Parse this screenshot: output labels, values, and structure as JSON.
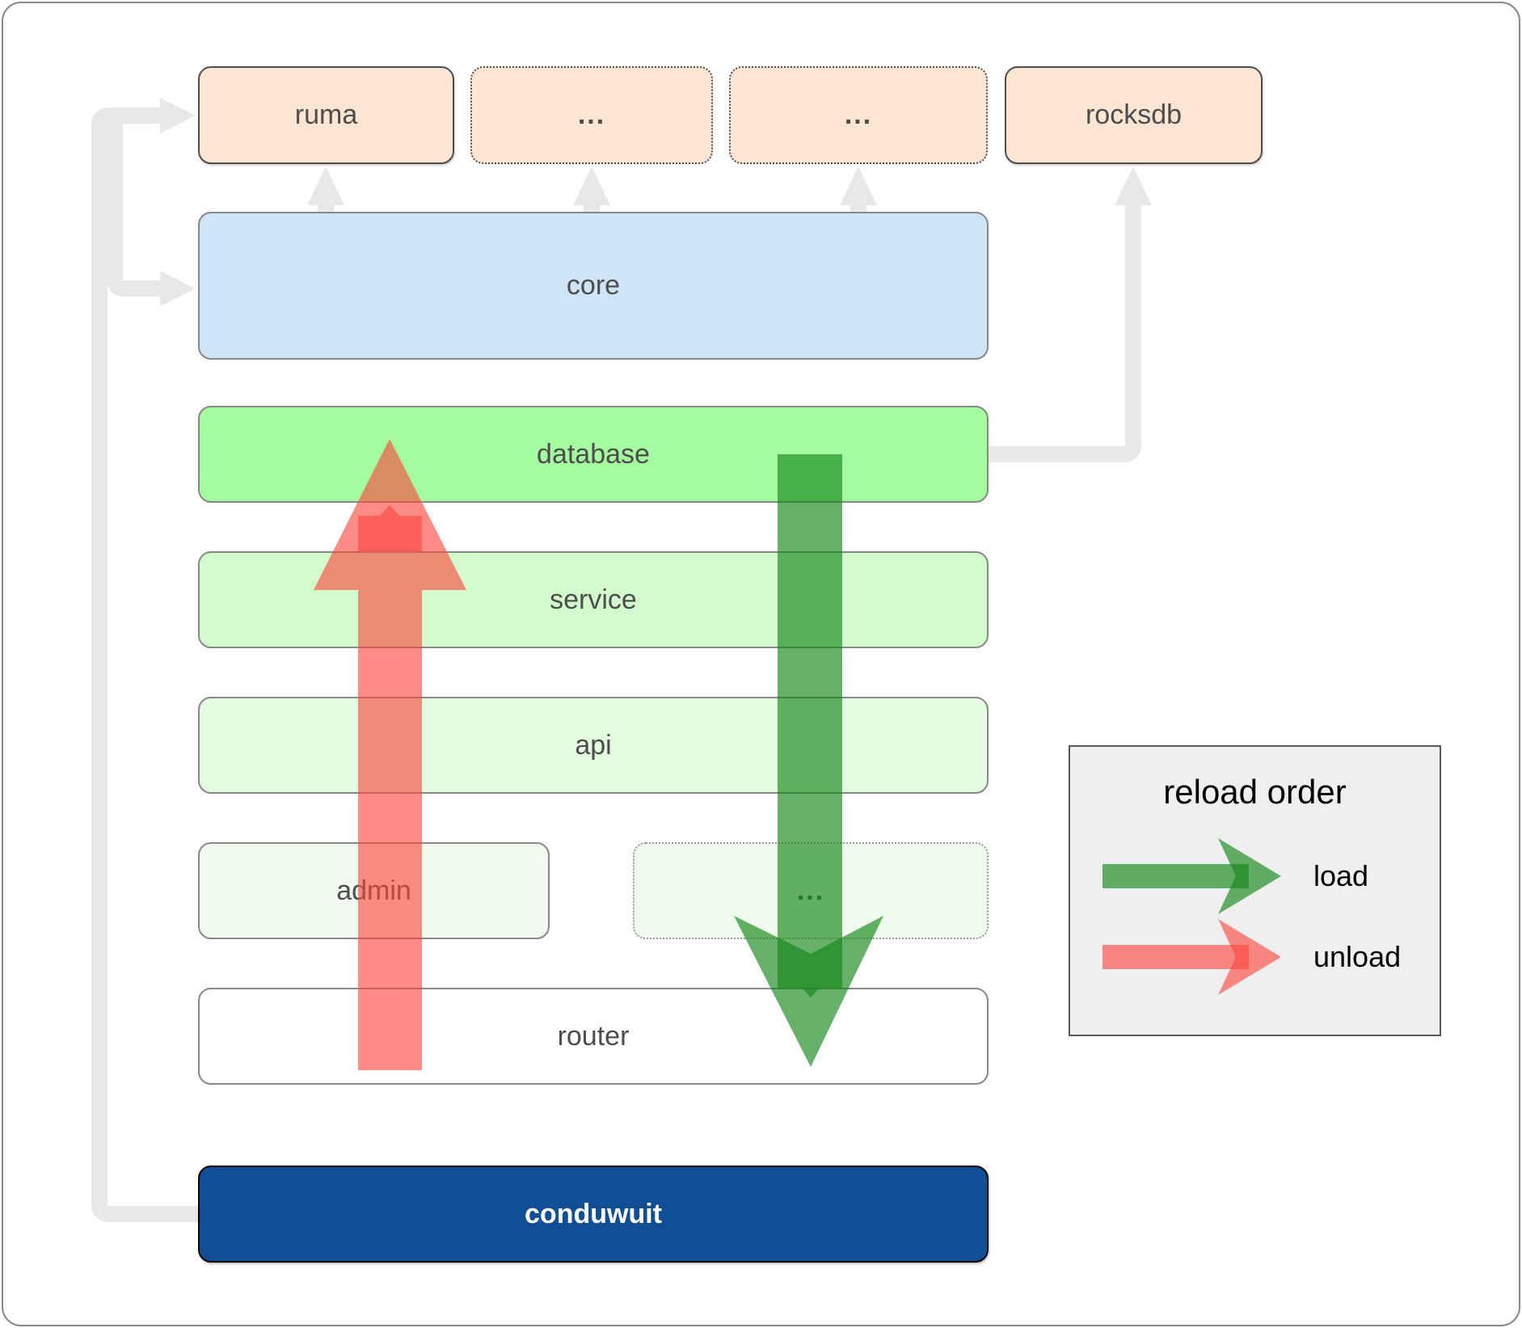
{
  "boxes": {
    "ruma": "ruma",
    "ellipsis1": "...",
    "ellipsis2": "...",
    "rocksdb": "rocksdb",
    "core": "core",
    "database": "database",
    "service": "service",
    "api": "api",
    "admin": "admin",
    "ellipsis3": "...",
    "router": "router",
    "conduwuit": "conduwuit"
  },
  "legend": {
    "title": "reload order",
    "load_label": "load",
    "unload_label": "unload"
  },
  "colors": {
    "peach_fill": "#fce5d3",
    "peach_border": "#4d4d4d",
    "core_fill": "#d0e4f8",
    "database_fill": "#a5fc9e",
    "service_fill": "#d3fcce",
    "api_fill": "#e4fce0",
    "faint_fill": "#effbec",
    "router_fill": "#ffffff",
    "box_border": "#888888",
    "dotted_border": "#999999",
    "conduwuit_fill": "#114e96",
    "conduwuit_border": "#000000",
    "label": "#4d4d4d",
    "connector": "#e8e8e8",
    "arrow_green": "rgba(20,135,25,0.65)",
    "arrow_red": "rgba(251,70,60,0.62)",
    "legend_bg": "#efefef",
    "legend_border": "#595959",
    "legend_text": "#000000"
  }
}
